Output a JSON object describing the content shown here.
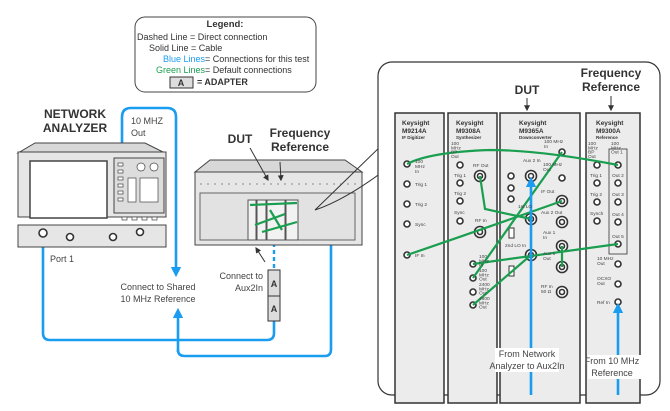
{
  "legend": {
    "title": "Legend:",
    "dashed": "Dashed Line = Direct connection",
    "solid": "Solid Line = Cable",
    "blue_key": "Blue Lines",
    "blue_val": " = Connections for this test",
    "green_key": "Green Lines",
    "green_val": " = Default connections",
    "adapter_glyph": "A",
    "adapter_val": "= ADAPTER"
  },
  "colors": {
    "blue": "#1a9cf0",
    "green": "#1a9e50"
  },
  "left": {
    "na_title_1": "NETWORK",
    "na_title_2": "ANALYZER",
    "ref_out_1": "10 MHZ",
    "ref_out_2": "Out",
    "port": "Port 1",
    "dut": "DUT",
    "freq_ref_1": "Frequency",
    "freq_ref_2": "Reference",
    "shared_1": "Connect to Shared",
    "shared_2": "10 MHz Reference",
    "aux_1": "Connect to",
    "aux_2": "Aux2In",
    "adapter_a": "A",
    "adapter_b": "A"
  },
  "detail": {
    "dut": "DUT",
    "freq_ref_1": "Frequency",
    "freq_ref_2": "Reference",
    "from_na_1": "From Network",
    "from_na_2": "Analyzer to Aux2In",
    "from_ref_1": "From 10 MHz",
    "from_ref_2": "Reference",
    "modules": [
      {
        "brand": "Keysight",
        "model": "M9214A",
        "type": "IF Digitizer",
        "pins": [
          "100 MHz In",
          "Trig 1",
          "Trig 2",
          "Sync",
          "IF In"
        ]
      },
      {
        "brand": "Keysight",
        "model": "M9308A",
        "type": "Synthesizer",
        "pins": [
          "100 MHz BP Out",
          "Trig 1",
          "Trig 2",
          "Sync",
          "RF Out",
          "RF In",
          "100 MHz In",
          "100 MHz Out",
          "2400 MHz Out",
          "4800 MHz Out"
        ]
      },
      {
        "brand": "Keysight",
        "model": "M9365A",
        "type": "Downconverter",
        "pins": [
          "100 MHz In",
          "Aux 2 In",
          "100 MHz Out",
          "1st LO",
          "IF Out",
          "Aux 2 Out",
          "Aux 1 In",
          "2nd LO In",
          "Aux 1 Out",
          "RF In 50 Ω"
        ]
      },
      {
        "brand": "Keysight",
        "model": "M9300A",
        "type": "Reference",
        "pins": [
          "100 MHz BP Out",
          "100 MHz Out 1",
          "Trig 1",
          "Out 2",
          "Trig 2",
          "Out 3",
          "Synch",
          "Out 4",
          "Out 5",
          "10 MHz Out",
          "OCXO Out",
          "Ref In"
        ]
      }
    ]
  }
}
